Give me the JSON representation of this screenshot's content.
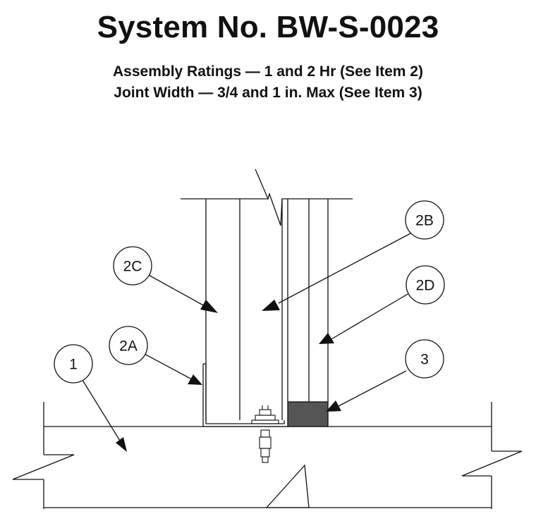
{
  "header": {
    "title": "System No. BW-S-0023",
    "subtitle_line1": "Assembly Ratings — 1 and 2 Hr (See Item 2)",
    "subtitle_line2": "Joint Width — 3/4 and 1 in. Max (See Item 3)"
  },
  "callouts": {
    "c1": "1",
    "c2a": "2A",
    "c2b": "2B",
    "c2c": "2C",
    "c2d": "2D",
    "c3": "3"
  },
  "colors": {
    "line": "#111111",
    "sealant_fill": "#555555"
  }
}
